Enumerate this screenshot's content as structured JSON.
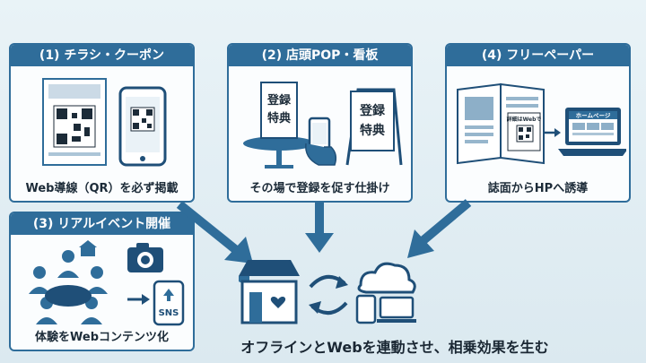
{
  "panels": {
    "flyer": {
      "header": "(1) チラシ・クーポン",
      "caption": "Web導線（QR）を必ず掲載"
    },
    "pop": {
      "header": "(2) 店頭POP・看板",
      "caption": "その場で登録を促す仕掛け",
      "sign_text_1": "登録",
      "sign_text_2": "特典"
    },
    "paper": {
      "header": "(4) フリーペーパー",
      "caption": "誌面からHPへ誘導",
      "page_label": "詳細はWebで",
      "screen_label": "ホームページ"
    },
    "event": {
      "header": "(3) リアルイベント開催",
      "caption": "体験をWebコンテンツ化",
      "sns_label": "SNS"
    }
  },
  "footer": {
    "caption": "オフラインとWebを連動させ、相乗効果を生む"
  },
  "colors": {
    "primary": "#2f6d9a",
    "dark": "#1f4f78",
    "background": "#e5f0f5"
  }
}
